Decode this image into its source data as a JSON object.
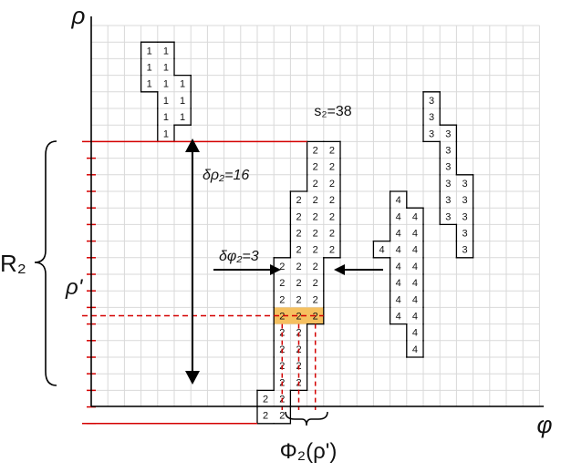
{
  "axes": {
    "y_label": "ρ",
    "x_label": "φ"
  },
  "annotations": {
    "s2": "s₂=38",
    "delta_rho": "δρ₂=16",
    "delta_phi": "δφ₂=3",
    "rho_prime": "ρ'",
    "region": "R₂",
    "phi_set": "Φ₂(ρ')"
  },
  "colors": {
    "grid": "#d9d9d9",
    "outline": "#000000",
    "red": "#d40000",
    "highlight": "#f5c060"
  },
  "blobs": [
    {
      "id": "1",
      "label": "1",
      "rows": [
        {
          "row": 0,
          "cols": [
            0,
            1
          ]
        },
        {
          "row": 1,
          "cols": [
            0,
            1
          ]
        },
        {
          "row": 2,
          "cols": [
            0,
            1,
            2
          ]
        },
        {
          "row": 3,
          "cols": [
            1,
            2
          ]
        },
        {
          "row": 4,
          "cols": [
            1,
            2
          ]
        },
        {
          "row": 5,
          "cols": [
            1
          ]
        }
      ],
      "origin": {
        "col": 3,
        "row": 1
      }
    },
    {
      "id": "2",
      "label": "2",
      "rows": [
        {
          "row": 0,
          "cols": [
            2,
            3
          ]
        },
        {
          "row": 1,
          "cols": [
            2,
            3
          ]
        },
        {
          "row": 2,
          "cols": [
            2,
            3
          ]
        },
        {
          "row": 3,
          "cols": [
            1,
            2,
            3
          ]
        },
        {
          "row": 4,
          "cols": [
            1,
            2,
            3
          ]
        },
        {
          "row": 5,
          "cols": [
            1,
            2,
            3
          ]
        },
        {
          "row": 6,
          "cols": [
            1,
            2,
            3
          ]
        },
        {
          "row": 7,
          "cols": [
            0,
            1,
            2
          ]
        },
        {
          "row": 8,
          "cols": [
            0,
            1,
            2
          ]
        },
        {
          "row": 9,
          "cols": [
            0,
            1,
            2
          ]
        },
        {
          "row": 10,
          "cols": [
            0,
            1,
            2
          ],
          "highlight": true
        },
        {
          "row": 11,
          "cols": [
            0,
            1
          ]
        },
        {
          "row": 12,
          "cols": [
            0,
            1
          ]
        },
        {
          "row": 13,
          "cols": [
            0,
            1
          ]
        },
        {
          "row": 14,
          "cols": [
            0,
            1
          ]
        },
        {
          "row": 15,
          "cols": [
            -1,
            0
          ]
        },
        {
          "row": 16,
          "cols": [
            -1,
            0
          ]
        }
      ],
      "origin": {
        "col": 11,
        "row": 7
      }
    },
    {
      "id": "3",
      "label": "3",
      "rows": [
        {
          "row": 0,
          "cols": [
            0
          ]
        },
        {
          "row": 1,
          "cols": [
            0
          ]
        },
        {
          "row": 2,
          "cols": [
            0,
            1
          ]
        },
        {
          "row": 3,
          "cols": [
            1
          ]
        },
        {
          "row": 4,
          "cols": [
            1
          ]
        },
        {
          "row": 5,
          "cols": [
            1,
            2
          ]
        },
        {
          "row": 6,
          "cols": [
            1,
            2
          ]
        },
        {
          "row": 7,
          "cols": [
            1,
            2
          ]
        },
        {
          "row": 8,
          "cols": [
            2
          ]
        },
        {
          "row": 9,
          "cols": [
            2
          ]
        }
      ],
      "origin": {
        "col": 20,
        "row": 4
      }
    },
    {
      "id": "4",
      "label": "4",
      "rows": [
        {
          "row": 0,
          "cols": [
            1
          ]
        },
        {
          "row": 1,
          "cols": [
            1,
            2
          ]
        },
        {
          "row": 2,
          "cols": [
            1,
            2
          ]
        },
        {
          "row": 3,
          "cols": [
            0,
            1,
            2
          ]
        },
        {
          "row": 4,
          "cols": [
            1,
            2
          ]
        },
        {
          "row": 5,
          "cols": [
            1,
            2
          ]
        },
        {
          "row": 6,
          "cols": [
            1,
            2
          ]
        },
        {
          "row": 7,
          "cols": [
            1,
            2
          ]
        },
        {
          "row": 8,
          "cols": [
            2
          ]
        },
        {
          "row": 9,
          "cols": [
            2
          ]
        }
      ],
      "origin": {
        "col": 17,
        "row": 10
      }
    }
  ]
}
